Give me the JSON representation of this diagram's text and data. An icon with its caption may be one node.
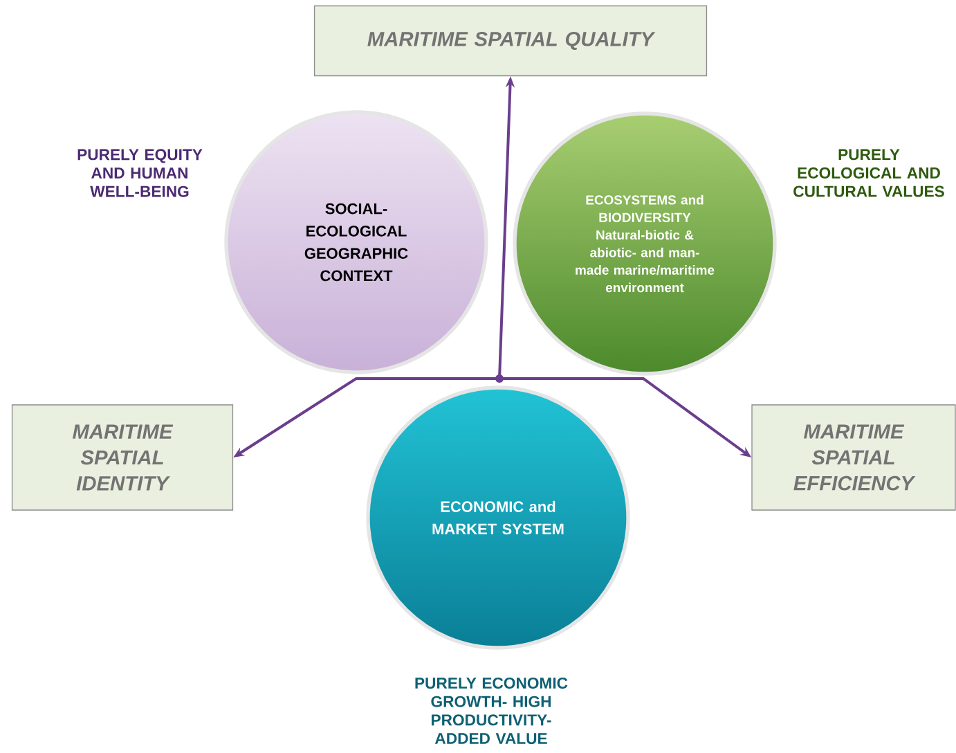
{
  "diagram": {
    "nodes": [
      {
        "text": [
          "MARITIME SPATIAL QUALITY"
        ]
      },
      {
        "text": [
          "SOCIAL-ECOLOGICAL GEOGRAPHIC CONTEXT"
        ]
      },
      {
        "text": [
          "ECOSYSTEMS and BIODIVERSITY",
          "Natural-biotic & abiotic- and man-made marine/maritime environment"
        ]
      },
      {
        "text": [
          "MARITIME SPATIAL IDENTITY"
        ]
      },
      {
        "text": [
          "MARITIME SPATIAL EFFICIENCY"
        ]
      },
      {
        "text": [
          "ECONOMIC and MARKET SYSTEM"
        ]
      },
      {
        "text": [],
        "shape": "circle"
      }
    ],
    "edges": [
      {
        "from": 6,
        "to": 0,
        "arrow": "to"
      },
      {
        "from": 6,
        "to": 3,
        "arrow": "to"
      },
      {
        "from": 6,
        "to": 4,
        "arrow": "to"
      }
    ],
    "labels": [
      "PURELY EQUITY AND HUMAN WELL-BEING",
      "PURELY ECOLOGICAL AND CULTURAL VALUES",
      "PURELY ECONOMIC GROWTH- HIGH PRODUCTIVITY- ADDED VALUE"
    ]
  }
}
